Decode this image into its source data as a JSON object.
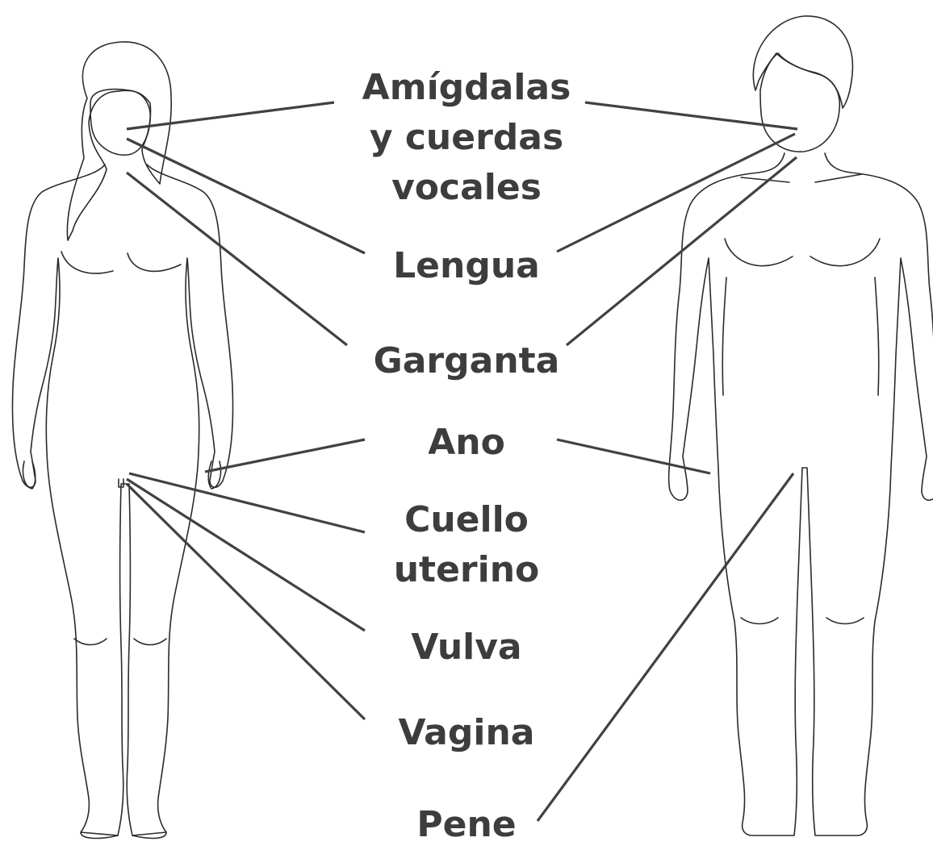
{
  "colors": {
    "label_text": "#3d3d3f",
    "leader_line": "#414143",
    "outline": "#2b2b2b",
    "background": "#ffffff"
  },
  "figures": {
    "left": "female-figure",
    "right": "male-figure"
  },
  "labels": {
    "tonsils_line1": "Amígdalas",
    "tonsils_line2": "y cuerdas",
    "tonsils_line3": "vocales",
    "tongue": "Lengua",
    "throat": "Garganta",
    "anus": "Ano",
    "cervix_line1": "Cuello",
    "cervix_line2": "uterino",
    "vulva": "Vulva",
    "vagina": "Vagina",
    "penis": "Pene"
  }
}
